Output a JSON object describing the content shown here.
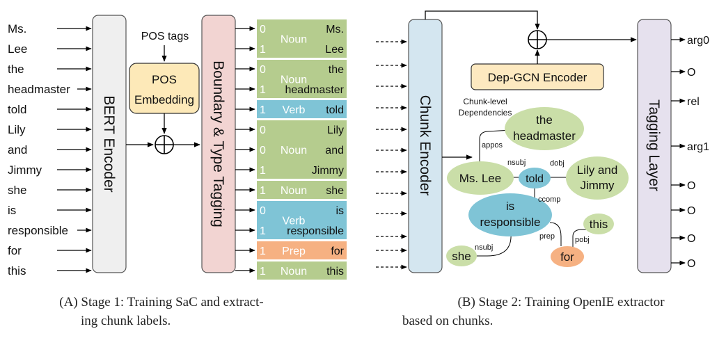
{
  "stage1": {
    "tokens": [
      "Ms.",
      "Lee",
      "the",
      "headmaster",
      "told",
      "Lily",
      "and",
      "Jimmy",
      "she",
      "is",
      "responsible",
      "for",
      "this"
    ],
    "encoder_label": "BERT Encoder",
    "pos_tags_label": "POS tags",
    "pos_embedding_line1": "POS",
    "pos_embedding_line2": "Embedding",
    "tagging_label": "Boundary & Type Tagging",
    "chunks": [
      {
        "type": "Noun",
        "kind": "noun",
        "tags": [
          "0",
          "1"
        ],
        "words": [
          "Ms.",
          "Lee"
        ]
      },
      {
        "type": "Noun",
        "kind": "noun",
        "tags": [
          "0",
          "1"
        ],
        "words": [
          "the",
          "headmaster"
        ]
      },
      {
        "type": "Verb",
        "kind": "verb",
        "tags": [
          "1"
        ],
        "words": [
          "told"
        ]
      },
      {
        "type": "Noun",
        "kind": "noun",
        "tags": [
          "0",
          "0",
          "1"
        ],
        "words": [
          "Lily",
          "and",
          "Jimmy"
        ]
      },
      {
        "type": "Noun",
        "kind": "noun",
        "tags": [
          "1"
        ],
        "words": [
          "she"
        ]
      },
      {
        "type": "Verb",
        "kind": "verb",
        "tags": [
          "0",
          "1"
        ],
        "words": [
          "is",
          "responsible"
        ]
      },
      {
        "type": "Prep",
        "kind": "prep",
        "tags": [
          "1"
        ],
        "words": [
          "for"
        ]
      },
      {
        "type": "Noun",
        "kind": "noun",
        "tags": [
          "1"
        ],
        "words": [
          "this"
        ]
      }
    ],
    "caption_line1": "(A) Stage 1: Training SaC and extract-",
    "caption_line2": "ing chunk labels."
  },
  "stage2": {
    "encoder_label": "Chunk Encoder",
    "gcn_label": "Dep-GCN Encoder",
    "deps_label_line1": "Chunk-level",
    "deps_label_line2": "Dependencies",
    "tagging_label": "Tagging Layer",
    "outputs": [
      "arg0",
      "O",
      "rel",
      "arg1",
      "O",
      "O",
      "O",
      "O"
    ],
    "nodes": {
      "headmaster_line1": "the",
      "headmaster_line2": "headmaster",
      "mslee": "Ms. Lee",
      "told": "told",
      "lily_line1": "Lily and",
      "lily_line2": "Jimmy",
      "resp_line1": "is",
      "resp_line2": "responsible",
      "she": "she",
      "for": "for",
      "this": "this"
    },
    "edges": {
      "appos": "appos",
      "nsubj1": "nsubj",
      "dobj": "dobj",
      "ccomp": "ccomp",
      "nsubj2": "nsubj",
      "prep": "prep",
      "pobj": "pobj"
    },
    "caption_line1": "(B) Stage 2: Training OpenIE extractor",
    "caption_line2": "based on chunks."
  },
  "colors": {
    "noun": "#b5cc8e",
    "verb": "#7fc4d6",
    "prep": "#f6b182",
    "encoder_gray": "#efefef",
    "tagging_pink": "#f2d4d2",
    "pos_yellow": "#fde9b8",
    "chunk_enc_blue": "#d4e6f0",
    "tag_layer_purple": "#e6e1ee",
    "gcn_yellow": "#fde9c0"
  },
  "icons": {
    "plus": "circle-plus-icon"
  }
}
